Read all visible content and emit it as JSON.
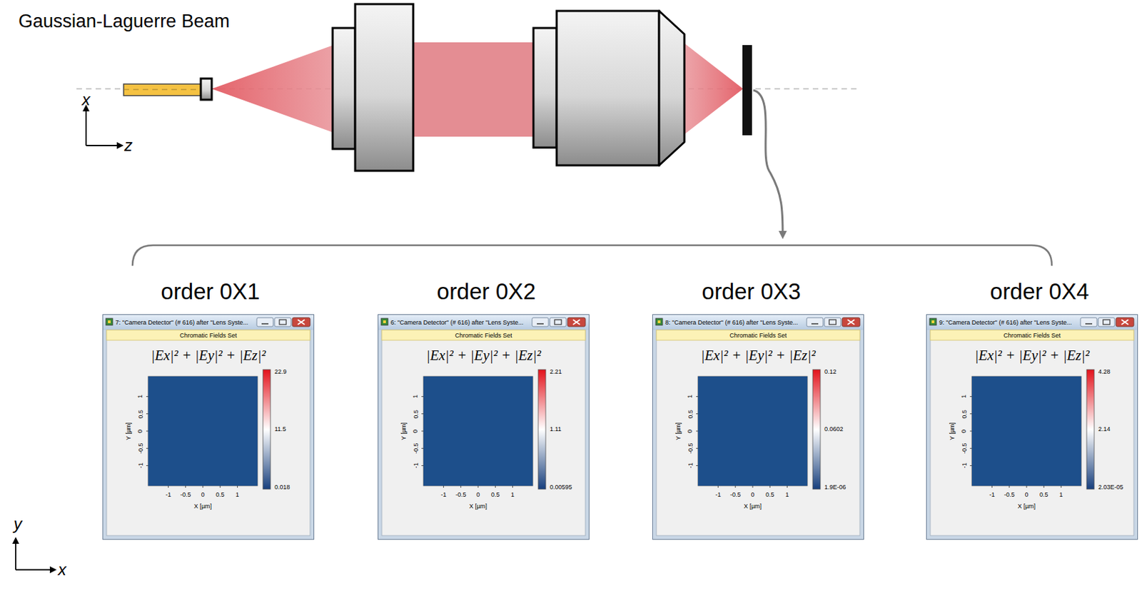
{
  "diagram": {
    "nodes": [
      {
        "text": [
          "order 0X1",
          "7: \"Camera Detector\" (# 616) after \"Lens Syste...",
          "Chromatic Fields Set",
          "|Ex|² + |Ey|² + |Ez|²",
          "22.9",
          "11.5",
          "0.018",
          "Y [µm]",
          "1",
          "0.5",
          "0",
          "-0.5",
          "-1",
          "X [µm]",
          "-1",
          "-0.5",
          "0",
          "0.5",
          "1"
        ]
      },
      {
        "text": [
          "order 0X2",
          "6: \"Camera Detector\" (# 616) after \"Lens Syste...",
          "Chromatic Fields Set",
          "|Ex|² + |Ey|² + |Ez|²",
          "2.21",
          "1.11",
          "0.00595",
          "Y [µm]",
          "1",
          "0.5",
          "0",
          "-0.5",
          "-1",
          "X [µm]",
          "-1",
          "-0.5",
          "0",
          "0.5",
          "1"
        ]
      },
      {
        "text": [
          "order 0X3",
          "8: \"Camera Detector\" (# 616) after \"Lens Syste...",
          "Chromatic Fields Set",
          "|Ex|² + |Ey|² + |Ez|²",
          "0.12",
          "0.0602",
          "1.9E-06",
          "Y [µm]",
          "1",
          "0.5",
          "0",
          "-0.5",
          "-1",
          "X [µm]",
          "-1",
          "-0.5",
          "0",
          "0.5",
          "1"
        ]
      },
      {
        "text": [
          "order 0X4",
          "9: \"Camera Detector\" (# 616) after \"Lens Syste...",
          "Chromatic Fields Set",
          "|Ex|² + |Ey|² + |Ez|²",
          "4.28",
          "2.14",
          "2.03E-05",
          "Y [µm]",
          "1",
          "0.5",
          "0",
          "-0.5",
          "-1",
          "X [µm]",
          "-1",
          "-0.5",
          "0",
          "0.5",
          "1"
        ]
      }
    ],
    "labels": [
      "Gaussian-Laguerre Beam",
      "x",
      "z",
      "y",
      "x"
    ]
  }
}
